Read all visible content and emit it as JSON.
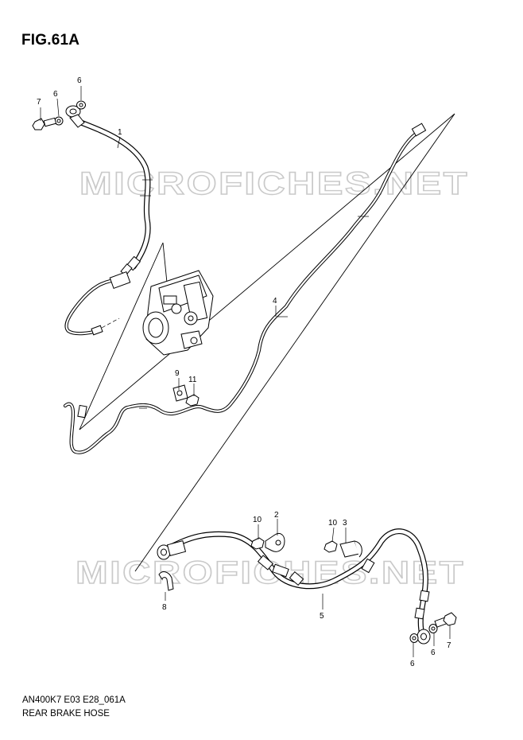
{
  "figure": {
    "title": "FIG.61A",
    "code": "AN400K7 E03 E28_061A",
    "name": "REAR BRAKE HOSE"
  },
  "watermark": {
    "text": "MICROFICHES.NET"
  },
  "callouts": {
    "upper_bolt": "7",
    "upper_washer_a": "6",
    "upper_washer_b": "6",
    "hose_1": "1",
    "pipe_4": "4",
    "bolt_9": "9",
    "bolt_11": "11",
    "bolt_10_left": "10",
    "clamp_2": "2",
    "bolt_10_right": "10",
    "clamp_3": "3",
    "hose_5": "5",
    "clip_8": "8",
    "lower_washer_a": "6",
    "lower_washer_b": "6",
    "lower_bolt": "7"
  },
  "colors": {
    "line": "#000000",
    "background": "#ffffff",
    "watermark": "#c9c9c9"
  }
}
